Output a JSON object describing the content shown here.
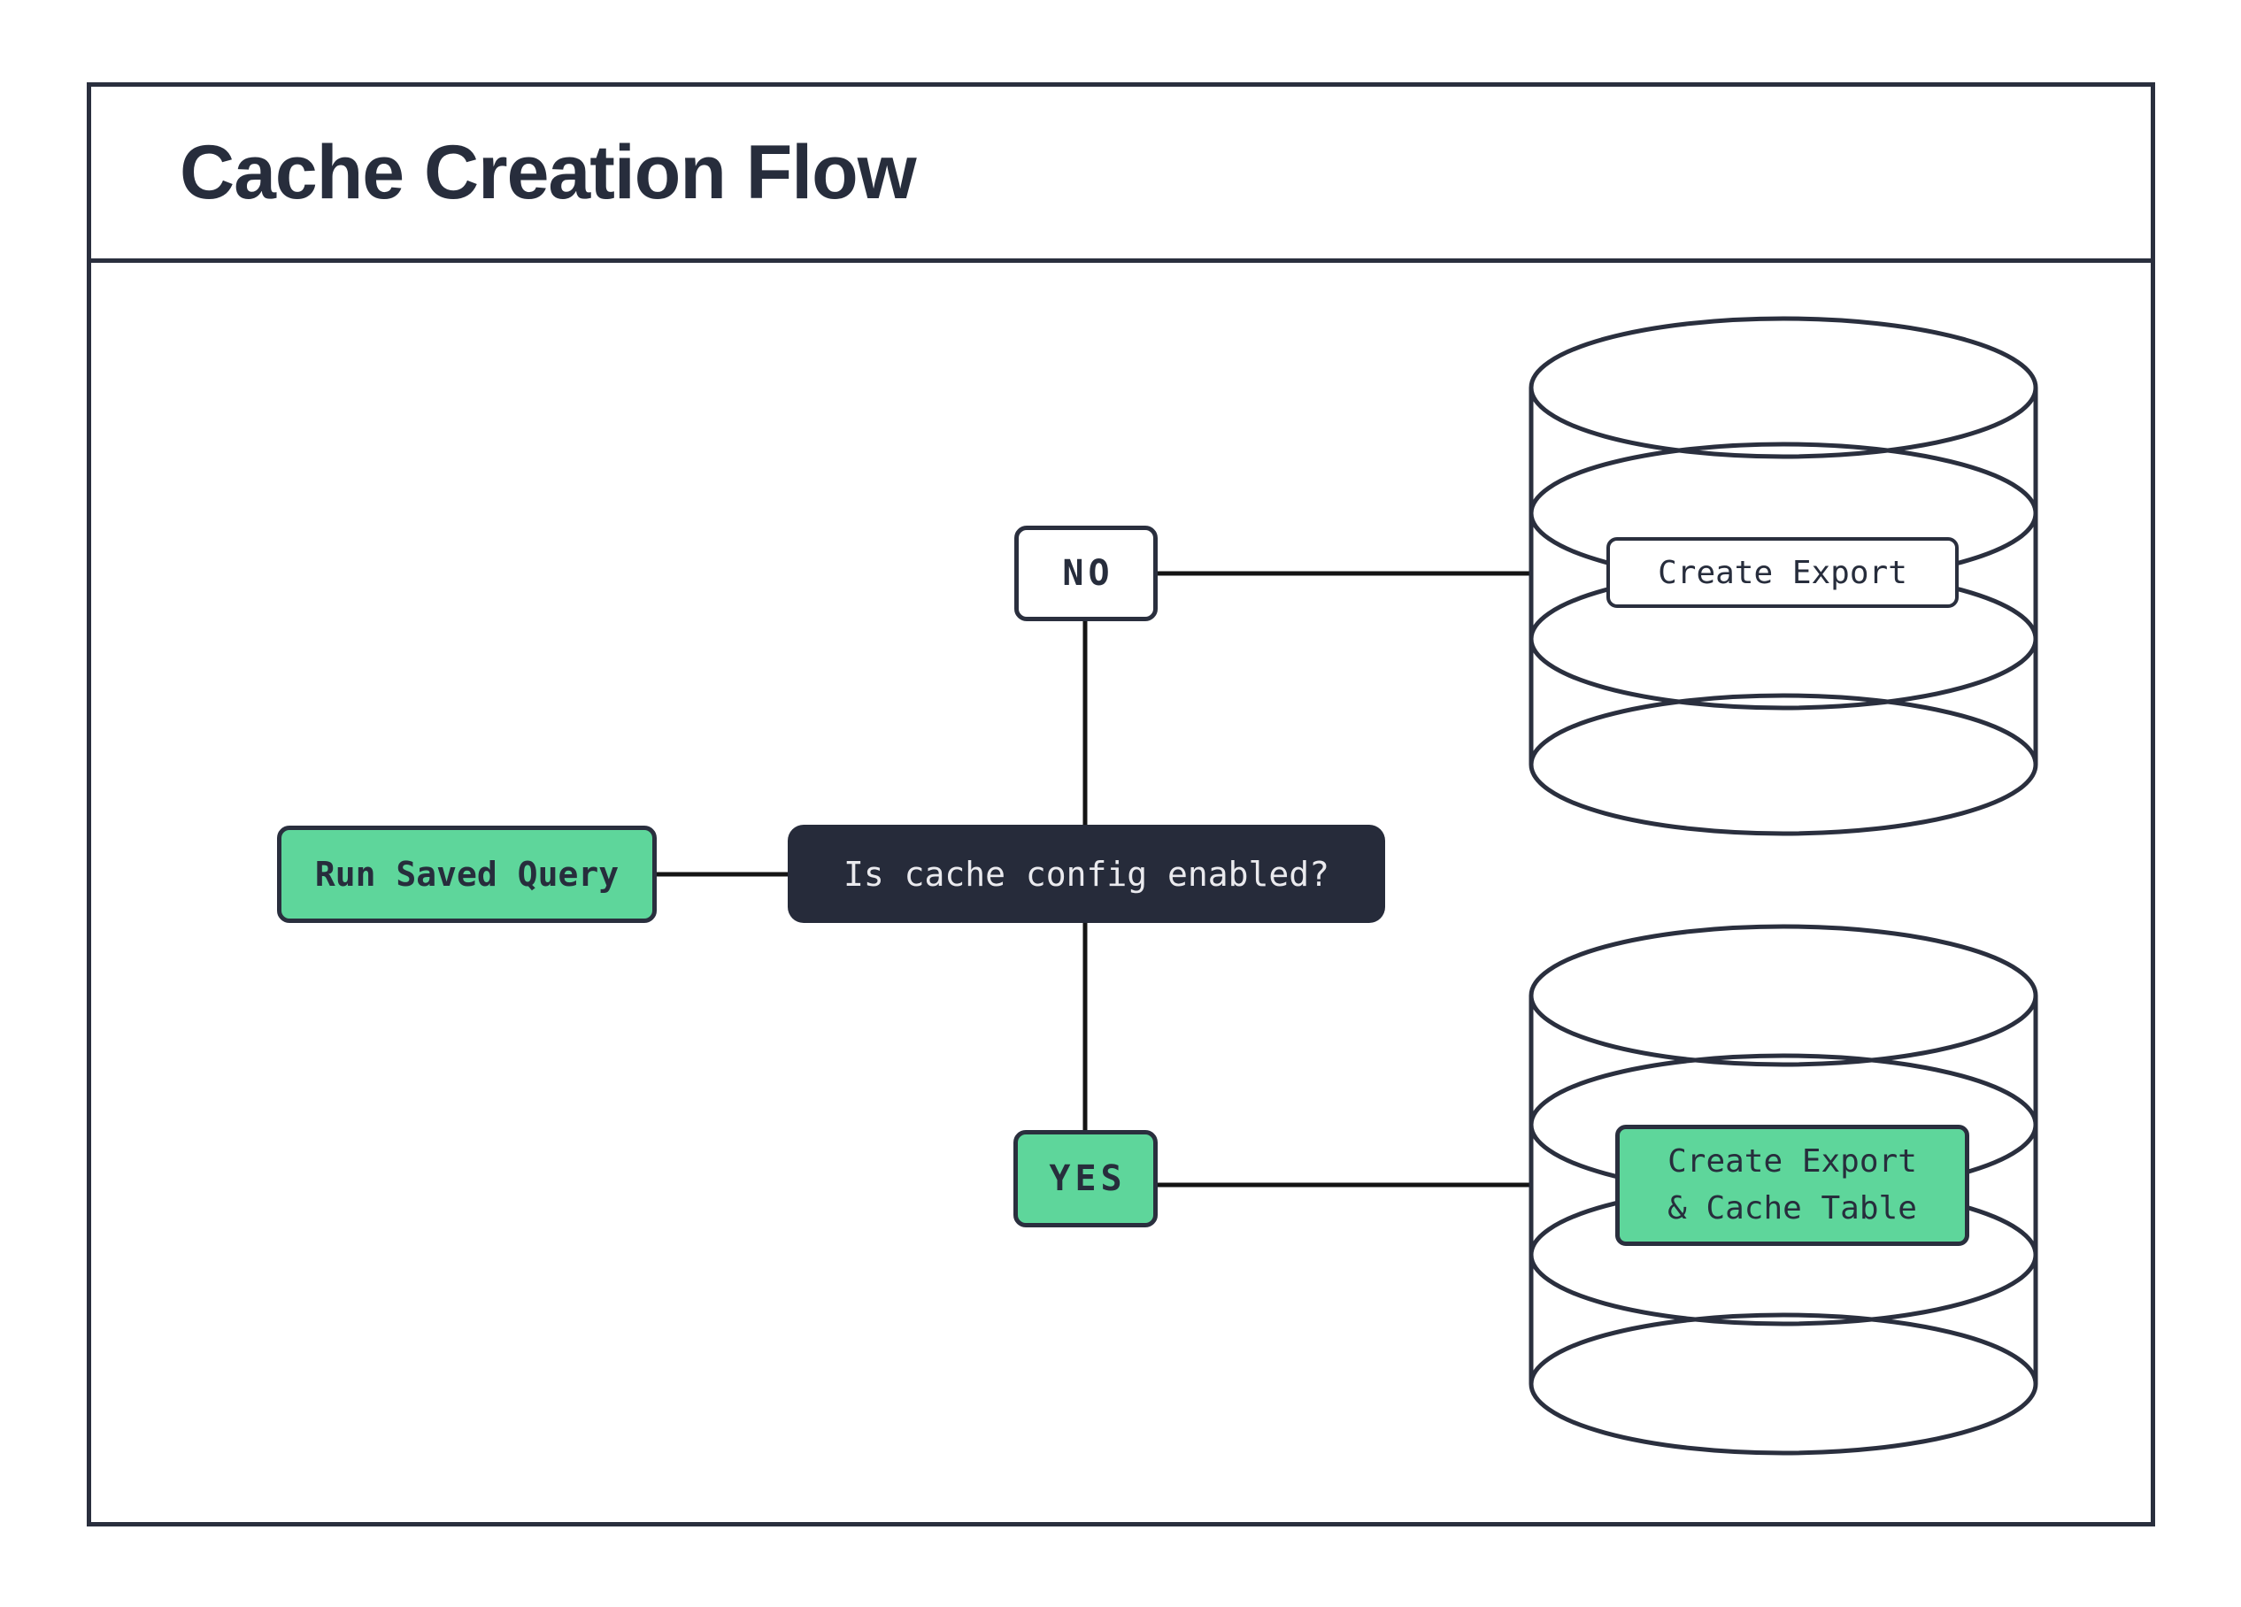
{
  "title": "Cache Creation Flow",
  "colors": {
    "ink": "#2a2f3e",
    "text": "#272d3c",
    "accent_green": "#5ed69b",
    "decision_fill": "#262b3a",
    "decision_text": "#eaeaee",
    "connector": "#141414",
    "background": "#ffffff"
  },
  "nodes": {
    "start": {
      "label": "Run Saved Query"
    },
    "decision": {
      "label": "Is cache config enabled?"
    },
    "branch_no": {
      "label": "NO"
    },
    "branch_yes": {
      "label": "YES"
    },
    "db_no": {
      "label": "Create Export"
    },
    "db_yes": {
      "label_line1": "Create Export",
      "label_line2": "& Cache Table"
    }
  },
  "edges": [
    {
      "from": "start",
      "to": "decision"
    },
    {
      "from": "decision",
      "to": "branch_no"
    },
    {
      "from": "decision",
      "to": "branch_yes"
    },
    {
      "from": "branch_no",
      "to": "db_no"
    },
    {
      "from": "branch_yes",
      "to": "db_yes"
    }
  ]
}
